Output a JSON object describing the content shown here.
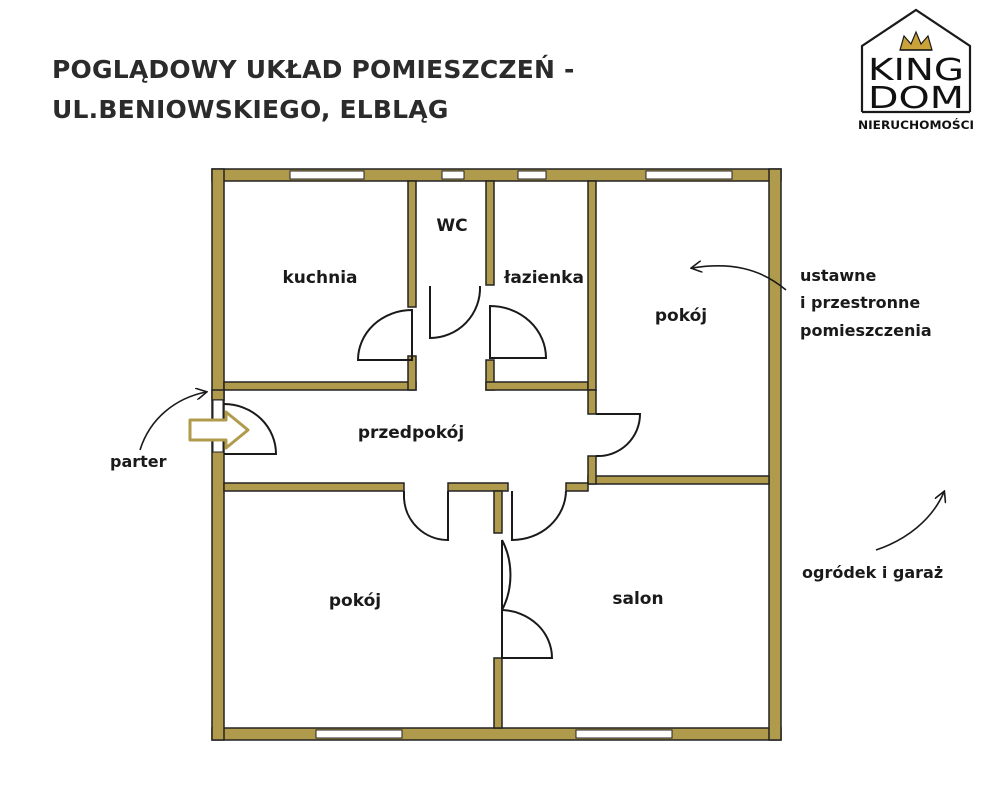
{
  "title": {
    "line1": "POGLĄDOWY UKŁAD POMIESZCZEŃ -",
    "line2": "UL.BENIOWSKIEGO, ELBLĄG"
  },
  "logo": {
    "line1": "KING",
    "line2": "DOM",
    "subtitle": "NIERUCHOMOŚCI",
    "icon": "crown-house-icon"
  },
  "rooms": {
    "kitchen": "kuchnia",
    "wc": "WC",
    "bathroom": "łazienka",
    "room_right": "pokój",
    "hallway": "przedpokój",
    "room_bottom_left": "pokój",
    "living_room": "salon"
  },
  "annotations": {
    "spacious": [
      "ustawne",
      "i przestronne",
      "pomieszczenia"
    ],
    "ground_floor": "parter",
    "garden_garage": "ogródek i garaż"
  },
  "colors": {
    "wall": "#b09a4b",
    "wall_edge": "#222222",
    "entry_arrow": "#b09a4b"
  }
}
